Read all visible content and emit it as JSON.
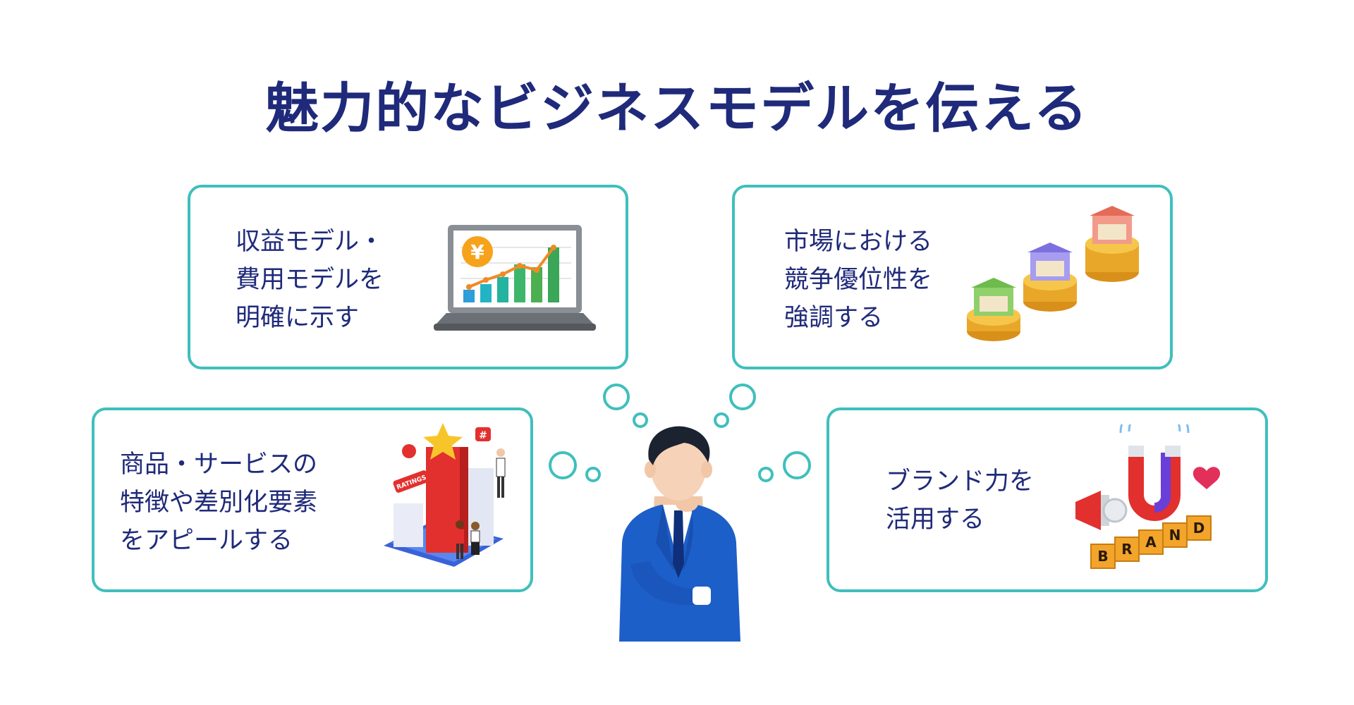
{
  "title": "魅力的なビジネスモデルを伝える",
  "cards": {
    "revenue": {
      "lines": [
        "収益モデル・",
        "費用モデルを",
        "明確に示す"
      ]
    },
    "competitive": {
      "lines": [
        "市場における",
        "競争優位性を",
        "強調する"
      ]
    },
    "appeal": {
      "lines": [
        "商品・サービスの",
        "特徴や差別化要素",
        "をアピールする"
      ]
    },
    "brand": {
      "lines": [
        "ブランド力を",
        "活用する"
      ]
    }
  },
  "illustrations": {
    "laptop_currency": "¥",
    "ratings_badge": "RATINGS",
    "ratings_hash": "#",
    "brand_blocks": [
      "B",
      "R",
      "A",
      "N",
      "D"
    ]
  },
  "colors": {
    "title": "#1f2a7a",
    "card_border": "#3fbfbd",
    "suit": "#1d5fc9"
  }
}
